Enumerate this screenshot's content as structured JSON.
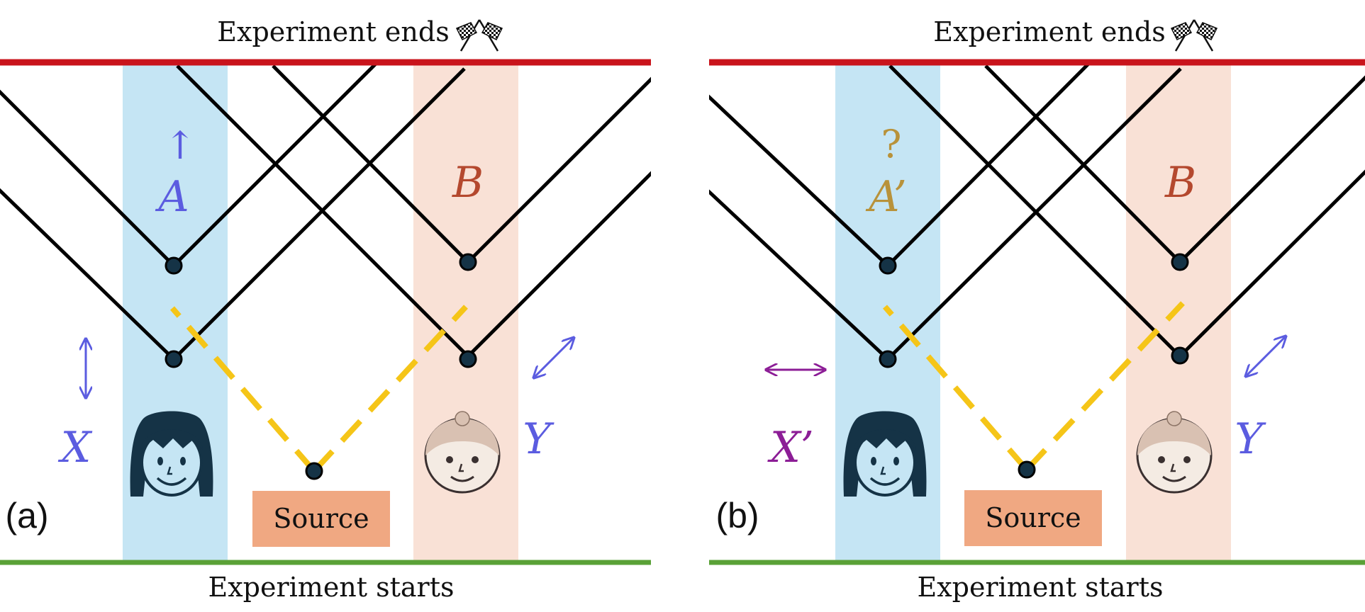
{
  "panels": [
    {
      "label": "(a)",
      "top_text": "Experiment ends",
      "bottom_text": "Experiment starts",
      "source_label": "Source",
      "alice_setting_label": "X",
      "bob_setting_label": "Y",
      "alice_outcome_label": "A",
      "bob_outcome_label": "B",
      "alice_outcome_mark": "↑"
    },
    {
      "label": "(b)",
      "top_text": "Experiment ends",
      "bottom_text": "Experiment starts",
      "source_label": "Source",
      "alice_setting_label": "X’",
      "bob_setting_label": "Y",
      "alice_outcome_label": "A’",
      "bob_outcome_label": "B",
      "alice_outcome_mark": "?"
    }
  ],
  "colors": {
    "end_line": "#c9141c",
    "start_line": "#5aa137",
    "alice_band": "#c5e5f4",
    "bob_band": "#f9e1d6",
    "source_box": "#f0a882",
    "photon_path": "#f5c518",
    "measure_blue": "#5b5ce0",
    "outcome_a_prime": "#b8923a",
    "outcome_b": "#b4482e",
    "setting_x_prime": "#8c1d96",
    "face_dark": "#153346",
    "face_skin": "#f4ebe3",
    "hair_bob": "#d9c1b2",
    "light_cone": "#000000"
  },
  "icons": [
    "checkered-flags-icon",
    "alice-face-icon",
    "bob-face-icon",
    "polarization-arrow-icon"
  ]
}
